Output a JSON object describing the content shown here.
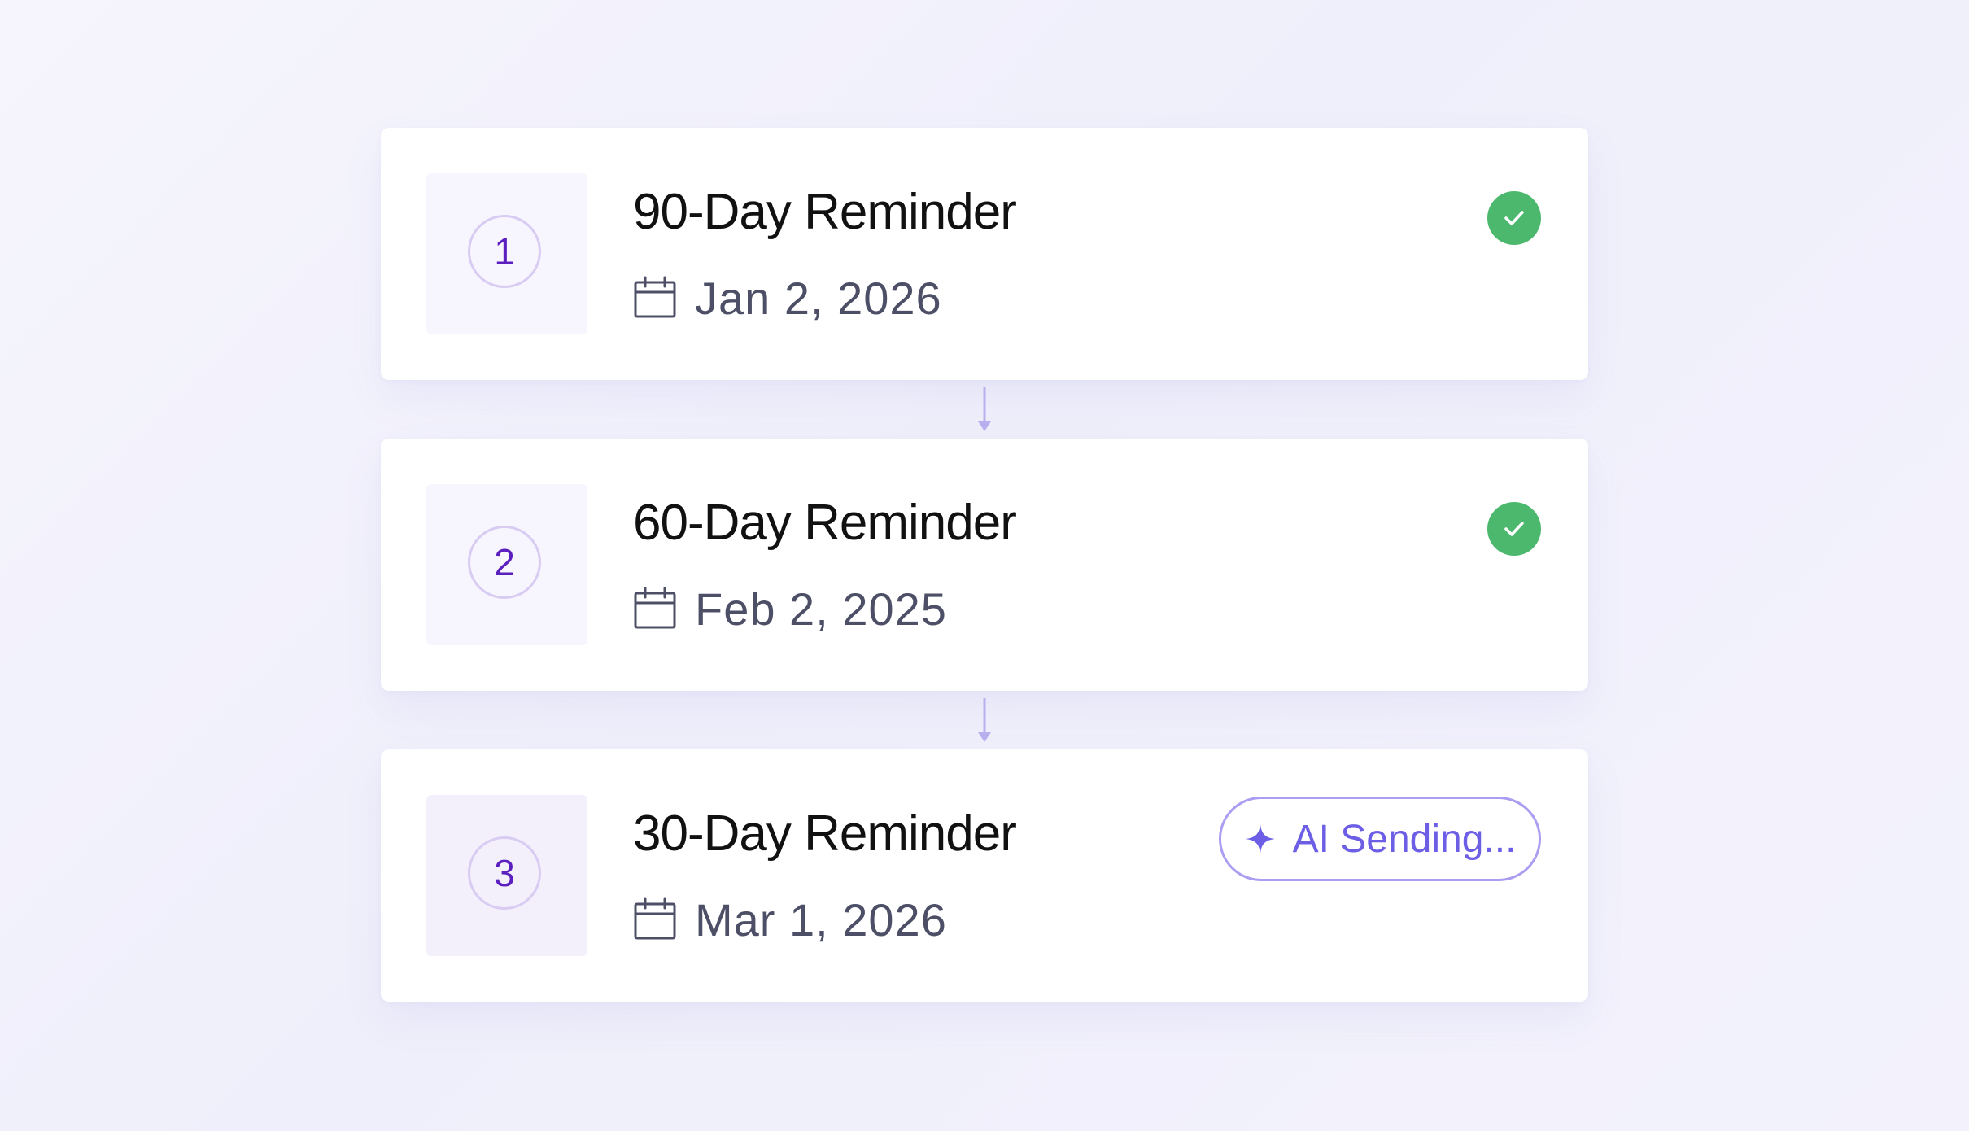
{
  "colors": {
    "accent": "#6c5fe5",
    "step_number": "#5b1fbf",
    "success": "#4cb86d",
    "connector": "#b8b0ee",
    "date_text": "#4d4f66"
  },
  "icons": {
    "date": "calendar-icon",
    "complete": "check-circle-icon",
    "ai": "sparkle-icon",
    "connector": "arrow-down-icon"
  },
  "steps": [
    {
      "number": "1",
      "title": "90-Day Reminder",
      "date": "Jan 2, 2026",
      "status": "complete"
    },
    {
      "number": "2",
      "title": "60-Day Reminder",
      "date": "Feb 2, 2025",
      "status": "complete"
    },
    {
      "number": "3",
      "title": "30-Day Reminder",
      "date": "Mar 1, 2026",
      "status": "sending",
      "status_label": "AI Sending..."
    }
  ]
}
